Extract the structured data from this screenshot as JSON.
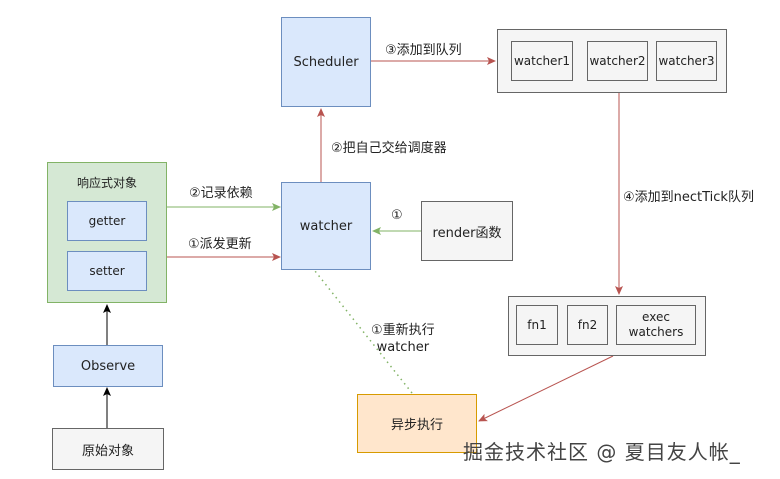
{
  "nodes": {
    "reactive_title": "响应式对象",
    "getter": "getter",
    "setter": "setter",
    "observe": "Observe",
    "raw_object": "原始对象",
    "watcher": "watcher",
    "scheduler": "Scheduler",
    "render": "render函数",
    "watcher1": "watcher1",
    "watcher2": "watcher2",
    "watcher3": "watcher3",
    "fn1": "fn1",
    "fn2": "fn2",
    "exec_line1": "exec",
    "exec_line2": "watchers",
    "async_exec": "异步执行"
  },
  "edges": {
    "record_deps": "②记录依赖",
    "dispatch_update": "①派发更新",
    "hand_to_scheduler": "②把自己交给调度器",
    "add_to_queue": "③添加到队列",
    "add_to_nexttick": "④添加到nectTick队列",
    "render_step": "①",
    "rerun_line1": "①重新执行",
    "rerun_line2": "watcher"
  },
  "watermark": "掘金技术社区 @ 夏目友人帐_",
  "colors": {
    "blue_fill": "#dae8fc",
    "blue_stroke": "#6c8ebf",
    "green_fill": "#d5e8d4",
    "green_stroke": "#82b366",
    "red_edge": "#b85450",
    "green_edge": "#82b366",
    "orange_fill": "#ffe6cc",
    "orange_stroke": "#d79b00"
  }
}
